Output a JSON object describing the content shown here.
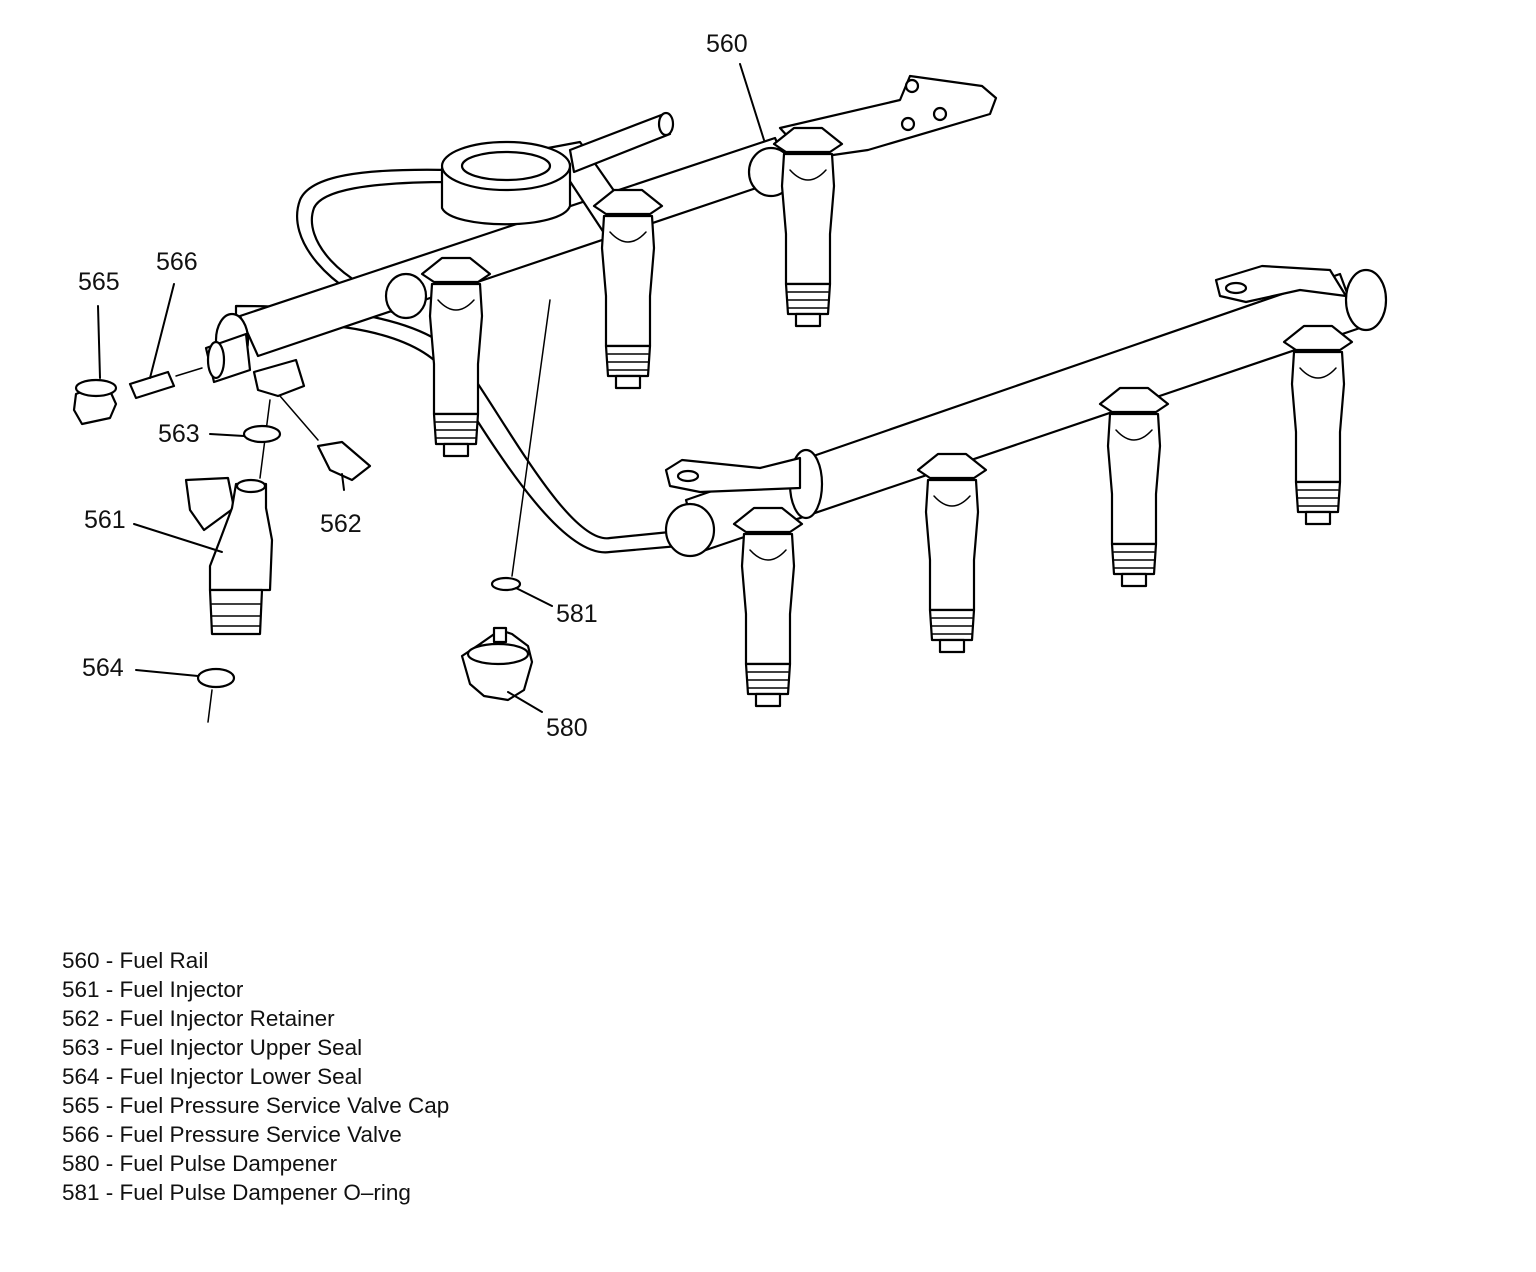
{
  "callouts": {
    "c560": "560",
    "c561": "561",
    "c562": "562",
    "c563": "563",
    "c564": "564",
    "c565": "565",
    "c566": "566",
    "c580": "580",
    "c581": "581"
  },
  "legend": [
    "560 - Fuel Rail",
    "561 - Fuel Injector",
    "562 - Fuel Injector Retainer",
    "563 - Fuel Injector Upper Seal",
    "564 - Fuel Injector Lower Seal",
    "565 - Fuel Pressure Service Valve Cap",
    "566 - Fuel Pressure Service Valve",
    "580 - Fuel Pulse Dampener",
    "581 - Fuel Pulse Dampener O–ring"
  ]
}
